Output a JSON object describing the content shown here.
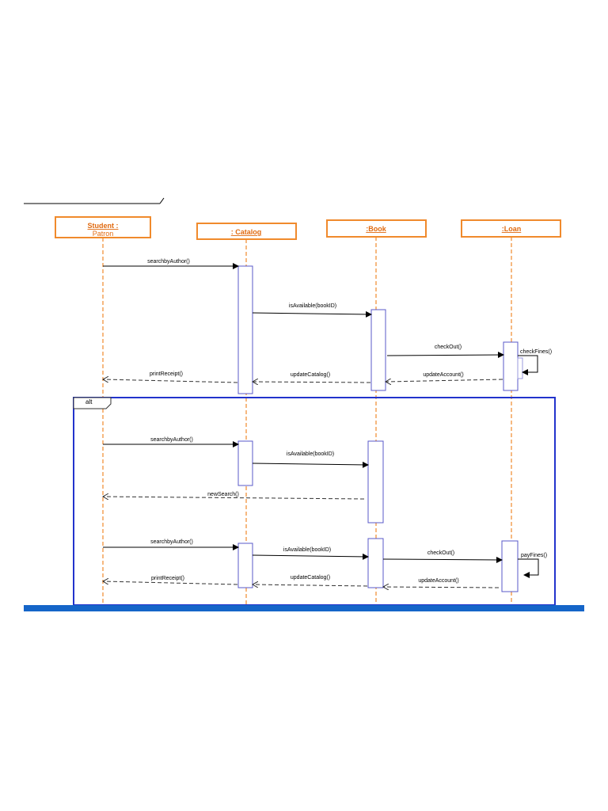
{
  "participants": [
    {
      "id": "student",
      "line1": "Student :",
      "line2": "Patron"
    },
    {
      "id": "catalog",
      "line1": ": Catalog",
      "line2": ""
    },
    {
      "id": "book",
      "line1": ":Book",
      "line2": ""
    },
    {
      "id": "loan",
      "line1": ":Loan",
      "line2": ""
    }
  ],
  "fragment": {
    "operator": "alt"
  },
  "messages": [
    {
      "id": "m1",
      "label": "searchbyAuthor()"
    },
    {
      "id": "m2",
      "label": "isAvailable(bookID)"
    },
    {
      "id": "m3",
      "label": "checkOut()"
    },
    {
      "id": "m4",
      "label": "checkFines()"
    },
    {
      "id": "m5",
      "label": "printReceipt()"
    },
    {
      "id": "m6",
      "label": "updateCatalog()"
    },
    {
      "id": "m7",
      "label": "updateAccount()"
    },
    {
      "id": "m8",
      "label": "searchbyAuthor()"
    },
    {
      "id": "m9",
      "label": "isAvailable(bookID)"
    },
    {
      "id": "m10",
      "label": "newSearch()"
    },
    {
      "id": "m11",
      "label": "searchbyAuthor()"
    },
    {
      "id": "m12",
      "label": "isAvailable(bookID)"
    },
    {
      "id": "m13",
      "label": "checkOut()"
    },
    {
      "id": "m14",
      "label": "payFines()"
    },
    {
      "id": "m15",
      "label": "printReceipt()"
    },
    {
      "id": "m16",
      "label": "updateCatalog()"
    },
    {
      "id": "m17",
      "label": "updateAccount()"
    }
  ],
  "colors": {
    "participant": "#f08a2c",
    "activation": "#5858c8",
    "frame": "#2233cc",
    "bar": "#1565c8"
  }
}
